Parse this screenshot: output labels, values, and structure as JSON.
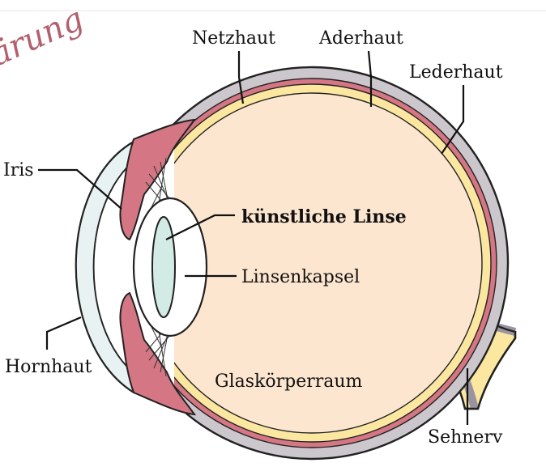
{
  "watermark": "ärung",
  "labels": {
    "netzhaut": "Netzhaut",
    "aderhaut": "Aderhaut",
    "lederhaut": "Lederhaut",
    "iris": "Iris",
    "kuenstliche_linse": "künstliche Linse",
    "linsenkapsel": "Linsenkapsel",
    "hornhaut": "Hornhaut",
    "glaskoerperraum": "Glaskörperraum",
    "sehnerv": "Sehnerv"
  },
  "colors": {
    "sclera": "#ccc6cd",
    "choroid": "#d47684",
    "retina": "#fce7a0",
    "vitreous": "#fde6cf",
    "cornea": "#e8f2f3",
    "lens": "#d2ebe5",
    "iris": "#d47684",
    "optic_nerve": "#fce7a0"
  }
}
